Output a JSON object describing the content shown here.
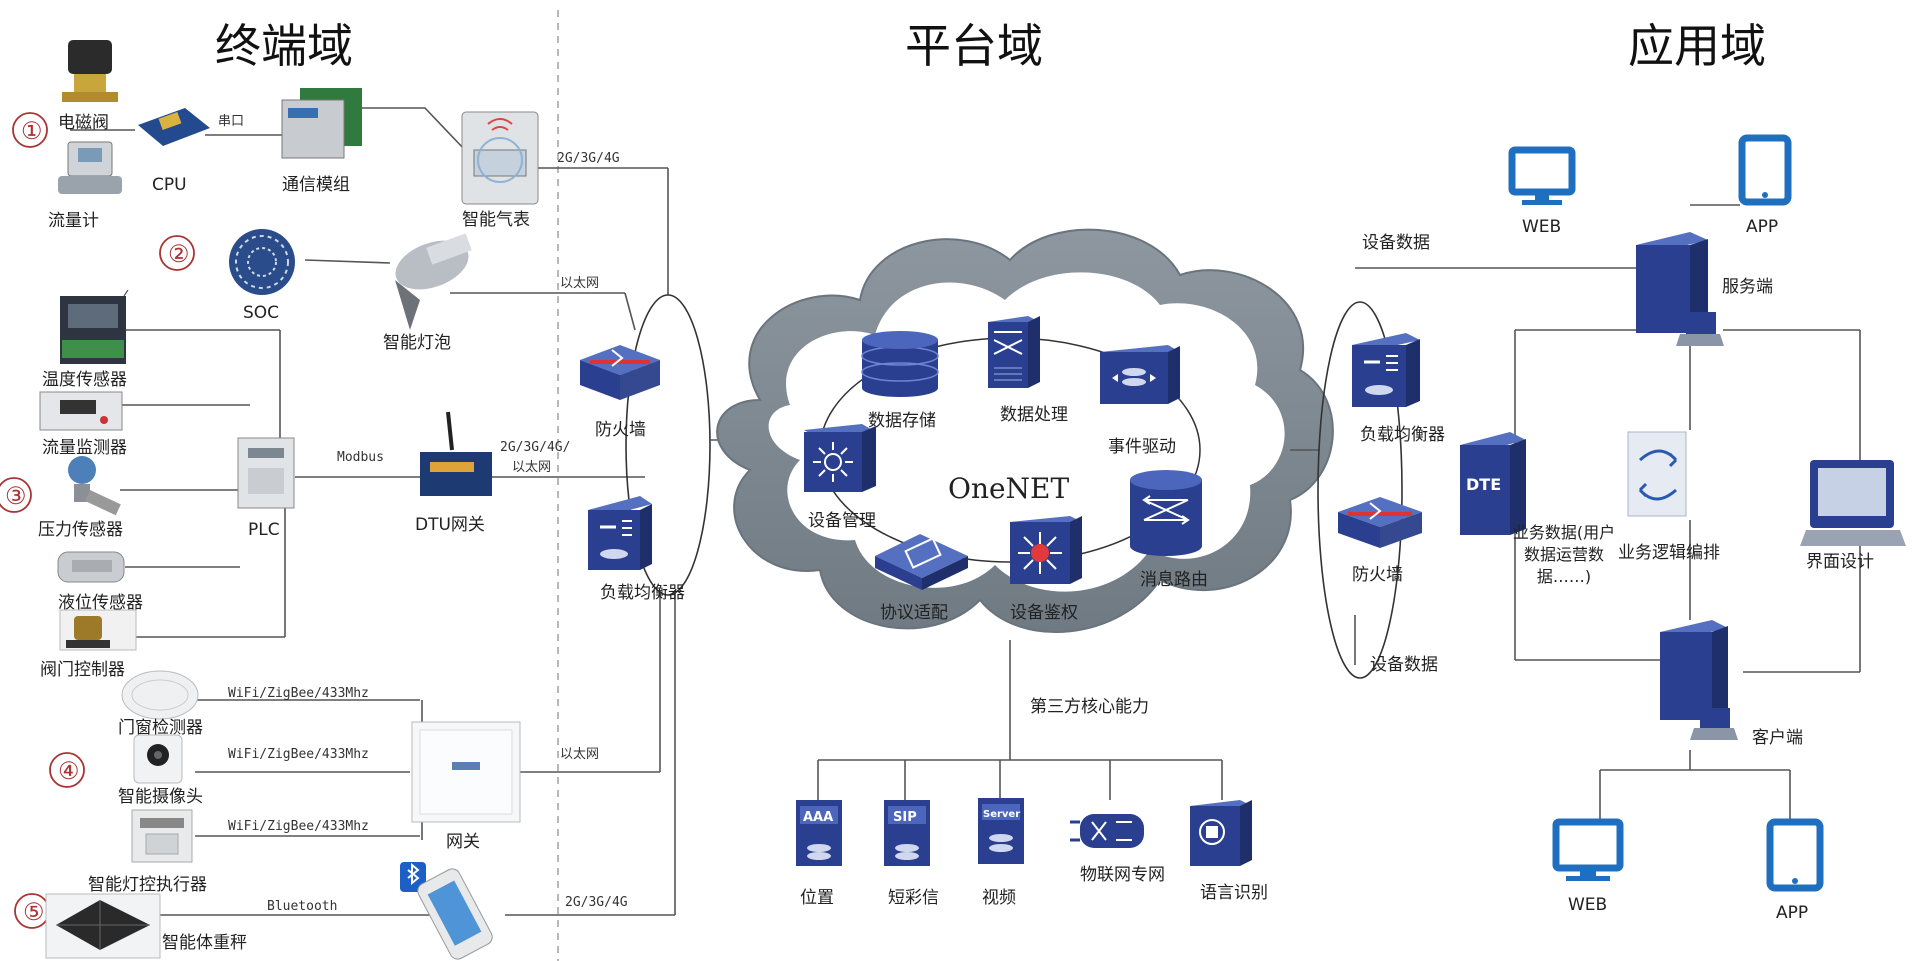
{
  "domains": {
    "terminal": "终端域",
    "platform": "平台域",
    "application": "应用域"
  },
  "numbers": [
    "①",
    "②",
    "③",
    "④",
    "⑤"
  ],
  "terminal": {
    "solenoid_valve": "电磁阀",
    "flow_meter": "流量计",
    "cpu": "CPU",
    "serial": "串口",
    "comm_module": "通信模组",
    "smart_gas_meter": "智能气表",
    "soc": "SOC",
    "smart_bulb": "智能灯泡",
    "temp_sensor": "温度传感器",
    "flow_monitor": "流量监测器",
    "pressure_sensor": "压力传感器",
    "level_sensor": "液位传感器",
    "valve_controller": "阀门控制器",
    "plc": "PLC",
    "modbus": "Modbus",
    "dtu_gateway": "DTU网关",
    "door_window_detector": "门窗检测器",
    "smart_camera": "智能摄像头",
    "light_actuator": "智能灯控执行器",
    "gateway": "网关",
    "smart_scale": "智能体重秤",
    "wifi1": "WiFi/ZigBee/433Mhz",
    "wifi2": "WiFi/ZigBee/433Mhz",
    "wifi3": "WiFi/ZigBee/433Mhz",
    "bluetooth": "Bluetooth"
  },
  "links": {
    "net1": "2G/3G/4G",
    "ethernet1": "以太网",
    "net2": "2G/3G/4G/",
    "ethernet2": "以太网",
    "ethernet3": "以太网",
    "net3": "2G/3G/4G"
  },
  "edge": {
    "firewall": "防火墙",
    "load_balancer": "负载均衡器"
  },
  "platform": {
    "cloud_name": "OneNET",
    "data_storage": "数据存储",
    "data_processing": "数据处理",
    "event_driven": "事件驱动",
    "device_management": "设备管理",
    "protocol_adapter": "协议适配",
    "device_auth": "设备鉴权",
    "message_routing": "消息路由",
    "third_party": "第三方核心能力",
    "location": "位置",
    "sms": "短彩信",
    "video": "视频",
    "iot_network": "物联网专网",
    "speech": "语言识别",
    "aaa": "AAA",
    "sip": "SIP",
    "server_tag": "Server"
  },
  "application": {
    "device_data_top": "设备数据",
    "device_data_bottom": "设备数据",
    "load_balancer": "负载均衡器",
    "firewall": "防火墙",
    "server": "服务端",
    "web_top": "WEB",
    "app_top": "APP",
    "dte": "DTE",
    "business_data": "业务数据(用户数据运营数据……)",
    "business_orchestration": "业务逻辑编排",
    "ui_design": "界面设计",
    "client": "客户端",
    "web_bottom": "WEB",
    "app_bottom": "APP"
  }
}
